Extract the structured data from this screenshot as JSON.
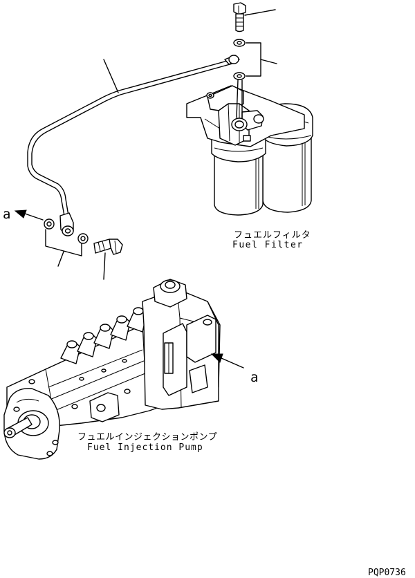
{
  "labels": {
    "filter_jp": "フュエルフィルタ",
    "filter_en": "Fuel Filter",
    "pump_jp": "フュエルインジェクションポンプ",
    "pump_en": "Fuel Injection Pump",
    "ref_a_left": "a",
    "ref_a_right": "a",
    "drawing_code": "PQP0736"
  }
}
